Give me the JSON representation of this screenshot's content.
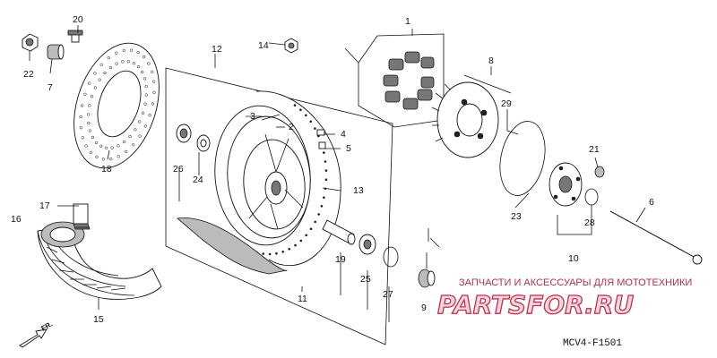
{
  "callouts": {
    "p1": "1",
    "p2": "2",
    "p3": "3",
    "p4": "4",
    "p5": "5",
    "p6": "6",
    "p7": "7",
    "p8": "8",
    "p9": "9",
    "p10": "10",
    "p11": "11",
    "p12": "12",
    "p13": "13",
    "p14": "14",
    "p15": "15",
    "p16": "16",
    "p17": "17",
    "p18": "18",
    "p19": "19",
    "p20": "20",
    "p21": "21",
    "p22": "22",
    "p23": "23",
    "p24": "24",
    "p25": "25",
    "p26": "26",
    "p27": "27",
    "p28": "28",
    "p29": "29"
  },
  "diagram_code": "MCV4-F1501",
  "direction_label": "FR.",
  "watermark": {
    "tagline": "ЗАПЧАСТИ И АКСЕССУАРЫ ДЛЯ МОТОТЕХНИКИ",
    "logo": "PARTSFOR.RU"
  }
}
